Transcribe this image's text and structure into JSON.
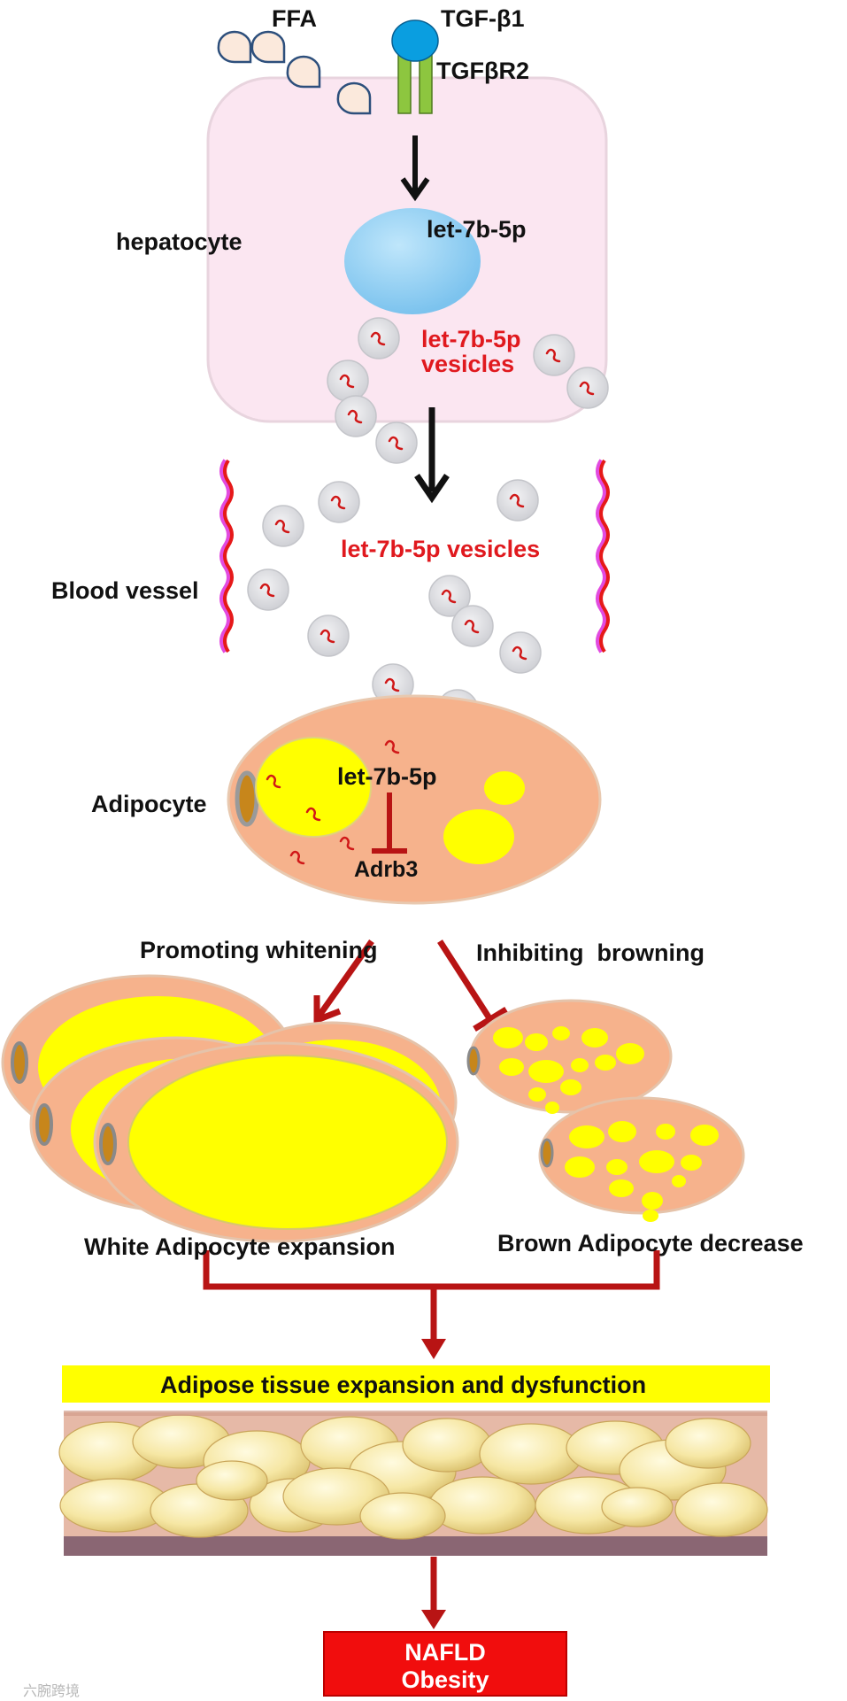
{
  "labels": {
    "ffa": "FFA",
    "tgf_b1": "TGF-β1",
    "tgfbr2": "TGFβR2",
    "hepatocyte": "hepatocyte",
    "nucleus_mirna": "let-7b-5p",
    "vesicles_in_cell_line1": "let-7b-5p",
    "vesicles_in_cell_line2": "vesicles",
    "blood_vessel": "Blood vessel",
    "vesicles_in_blood": "let-7b-5p vesicles",
    "adipocyte": "Adipocyte",
    "adipocyte_mirna": "let-7b-5p",
    "adrb3": "Adrb3",
    "promoting_whitening": "Promoting whitening",
    "inhibiting_browning": "Inhibiting  browning",
    "white_expansion": "White Adipocyte expansion",
    "brown_decrease": "Brown Adipocyte decrease",
    "tissue_banner": "Adipose tissue expansion and dysfunction",
    "outcome_line1": "NAFLD",
    "outcome_line2": "Obesity",
    "watermark": "六腕跨境"
  },
  "colors": {
    "hepatocyte_fill": "#fbe6f1",
    "nucleus": "#8fcdf2",
    "receptor_ligand": "#0a9ee0",
    "receptor": "#8dc63f",
    "vesicle": "#dcdcdf",
    "mirna_red": "#d01818",
    "adipocyte_fill": "#f6b28c",
    "lipid": "#ffff00",
    "arrow_red": "#b81414",
    "banner_yellow": "#ffff00",
    "outcome_red": "#f10d0d"
  }
}
